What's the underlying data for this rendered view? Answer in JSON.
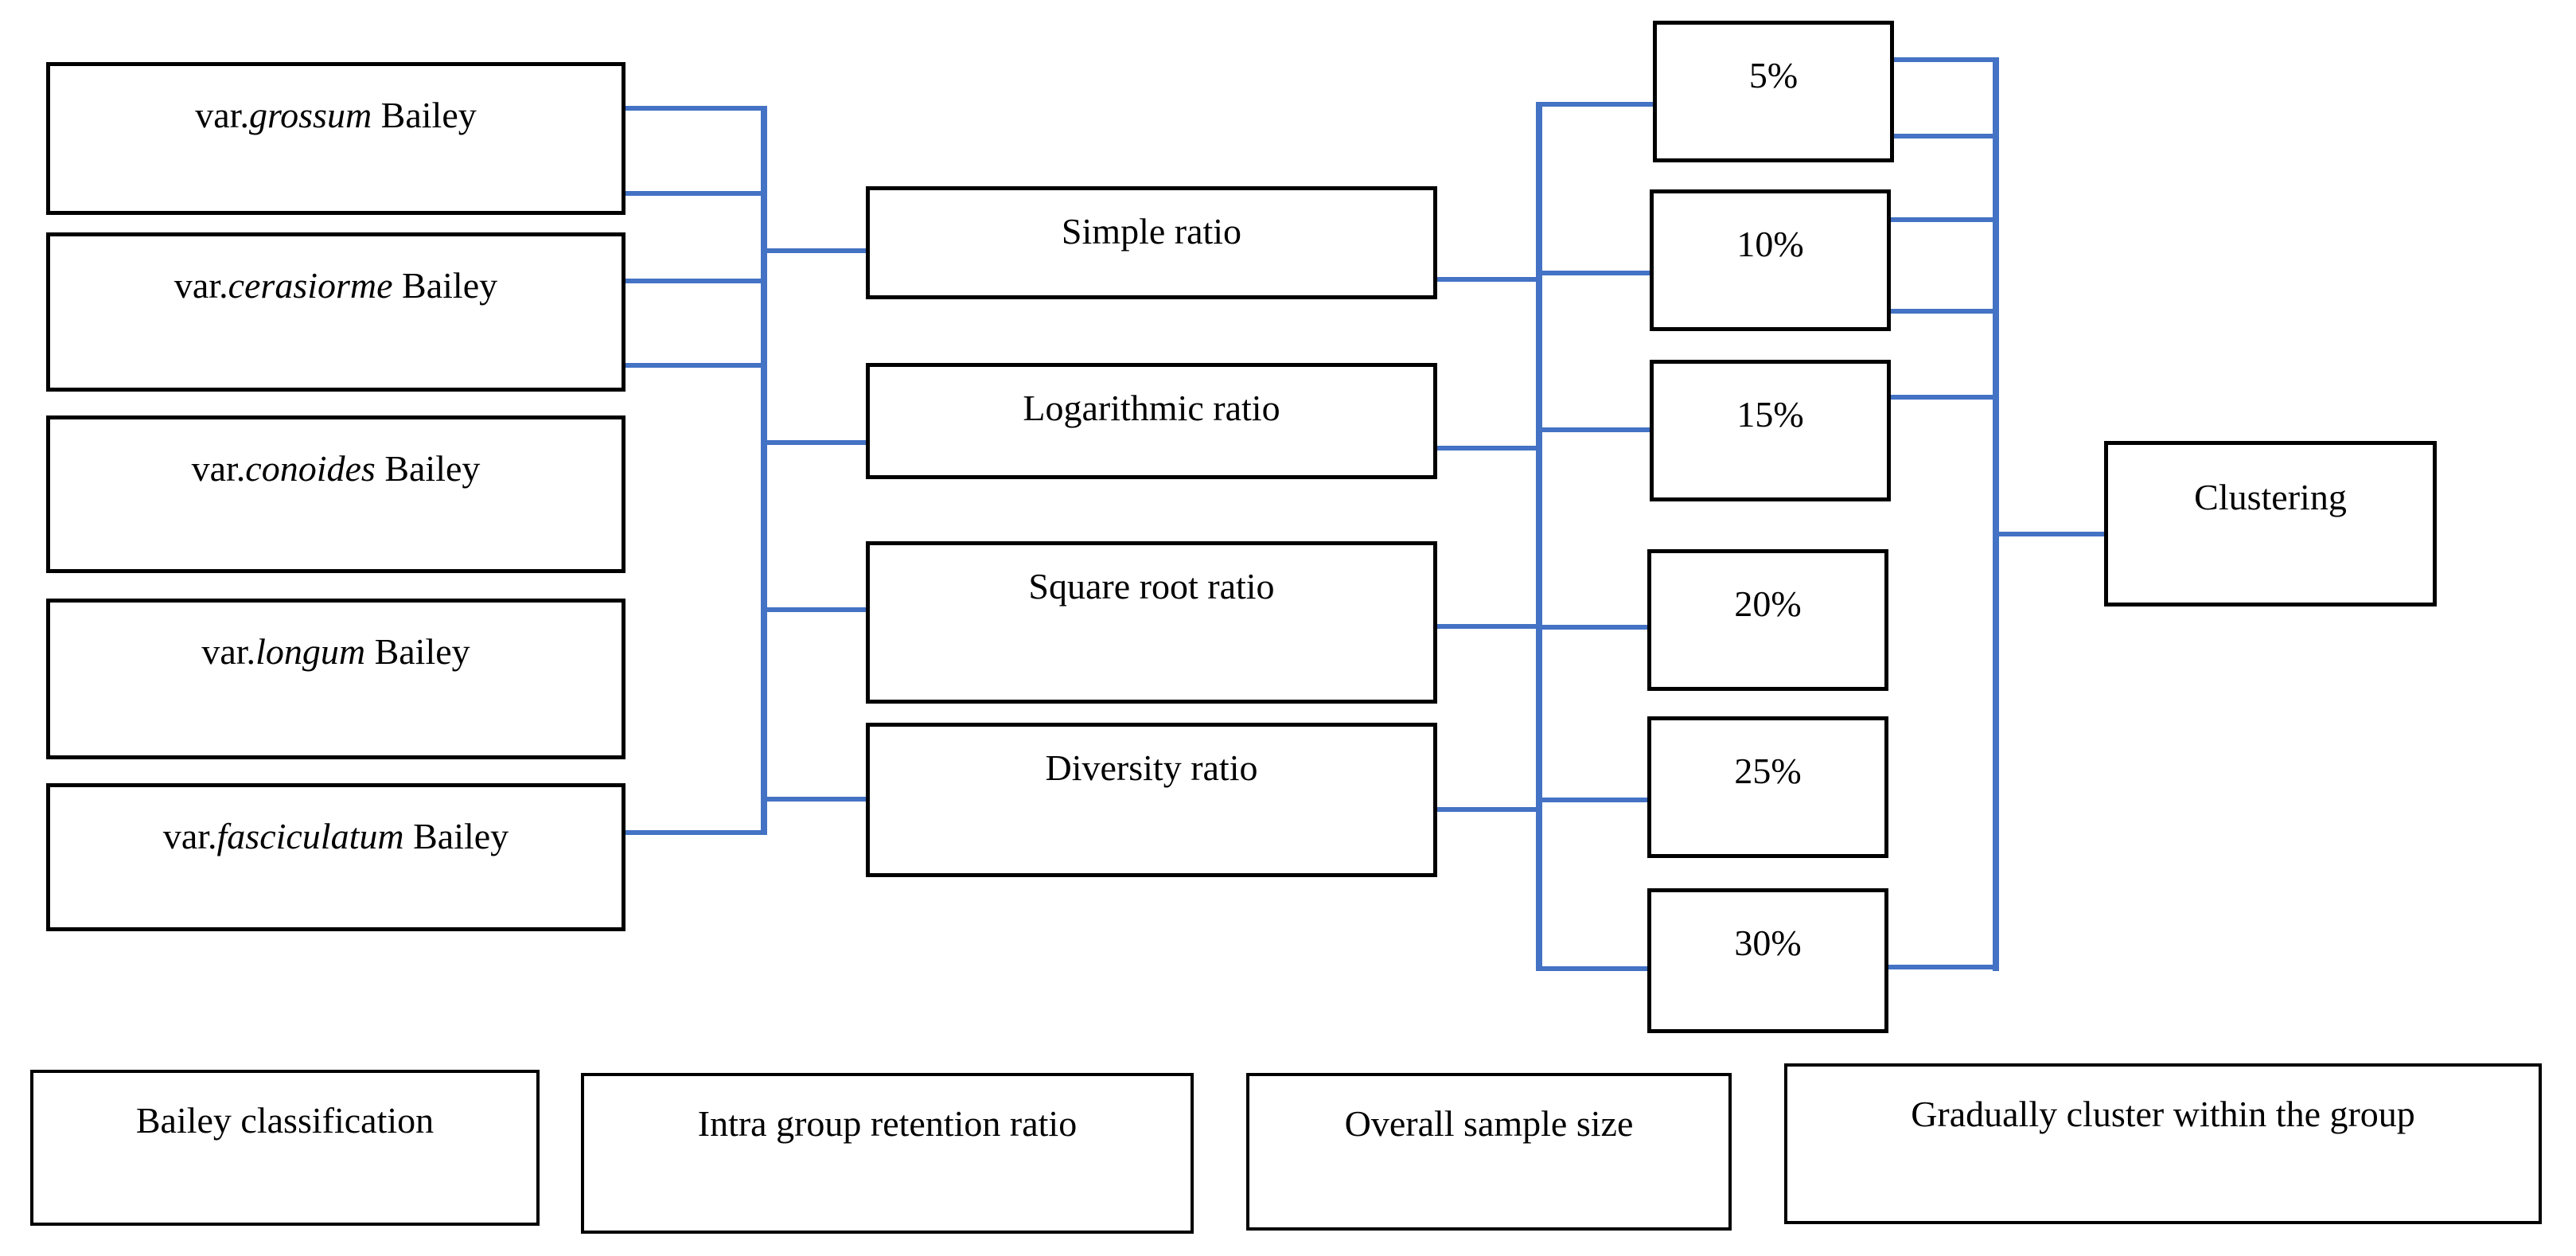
{
  "diagram": {
    "title": "Bailey classification clustering flow",
    "accent_color": "#4472C4",
    "box_border_color": "#000000",
    "background_color": "#FFFFFF"
  },
  "bailey_varieties": [
    {
      "prefix": "var.",
      "species": "grossum",
      "suffix": " Bailey"
    },
    {
      "prefix": "var.",
      "species": "cerasiorme",
      "suffix": " Bailey"
    },
    {
      "prefix": "var.",
      "species": "conoides",
      "suffix": " Bailey"
    },
    {
      "prefix": "var.",
      "species": "longum",
      "suffix": " Bailey"
    },
    {
      "prefix": "var.",
      "species": "fasciculatum",
      "suffix": " Bailey"
    }
  ],
  "ratios": [
    {
      "label": "Simple ratio"
    },
    {
      "label": "Logarithmic ratio"
    },
    {
      "label": "Square root ratio"
    },
    {
      "label": "Diversity ratio"
    }
  ],
  "sample_sizes": [
    {
      "label": "5%"
    },
    {
      "label": "10%"
    },
    {
      "label": "15%"
    },
    {
      "label": "20%"
    },
    {
      "label": "25%"
    },
    {
      "label": "30%"
    }
  ],
  "output": {
    "label": "Clustering"
  },
  "legend": [
    {
      "label": "Bailey classification"
    },
    {
      "label": "Intra group retention ratio"
    },
    {
      "label": "Overall sample size"
    },
    {
      "label": "Gradually cluster within the group"
    }
  ],
  "chart_data": {
    "type": "table",
    "title": "Bailey classification clustering flow",
    "stages": [
      "Bailey classification",
      "Intra group retention ratio",
      "Overall sample size",
      "Gradually cluster within the group"
    ],
    "stage_1_items": [
      "var.grossum Bailey",
      "var.cerasiorme Bailey",
      "var.conoides Bailey",
      "var.longum Bailey",
      "var.fasciculatum Bailey"
    ],
    "stage_2_items": [
      "Simple ratio",
      "Logarithmic ratio",
      "Square root ratio",
      "Diversity ratio"
    ],
    "stage_3_items": [
      "5%",
      "10%",
      "15%",
      "20%",
      "25%",
      "30%"
    ],
    "stage_4_items": [
      "Clustering"
    ]
  }
}
